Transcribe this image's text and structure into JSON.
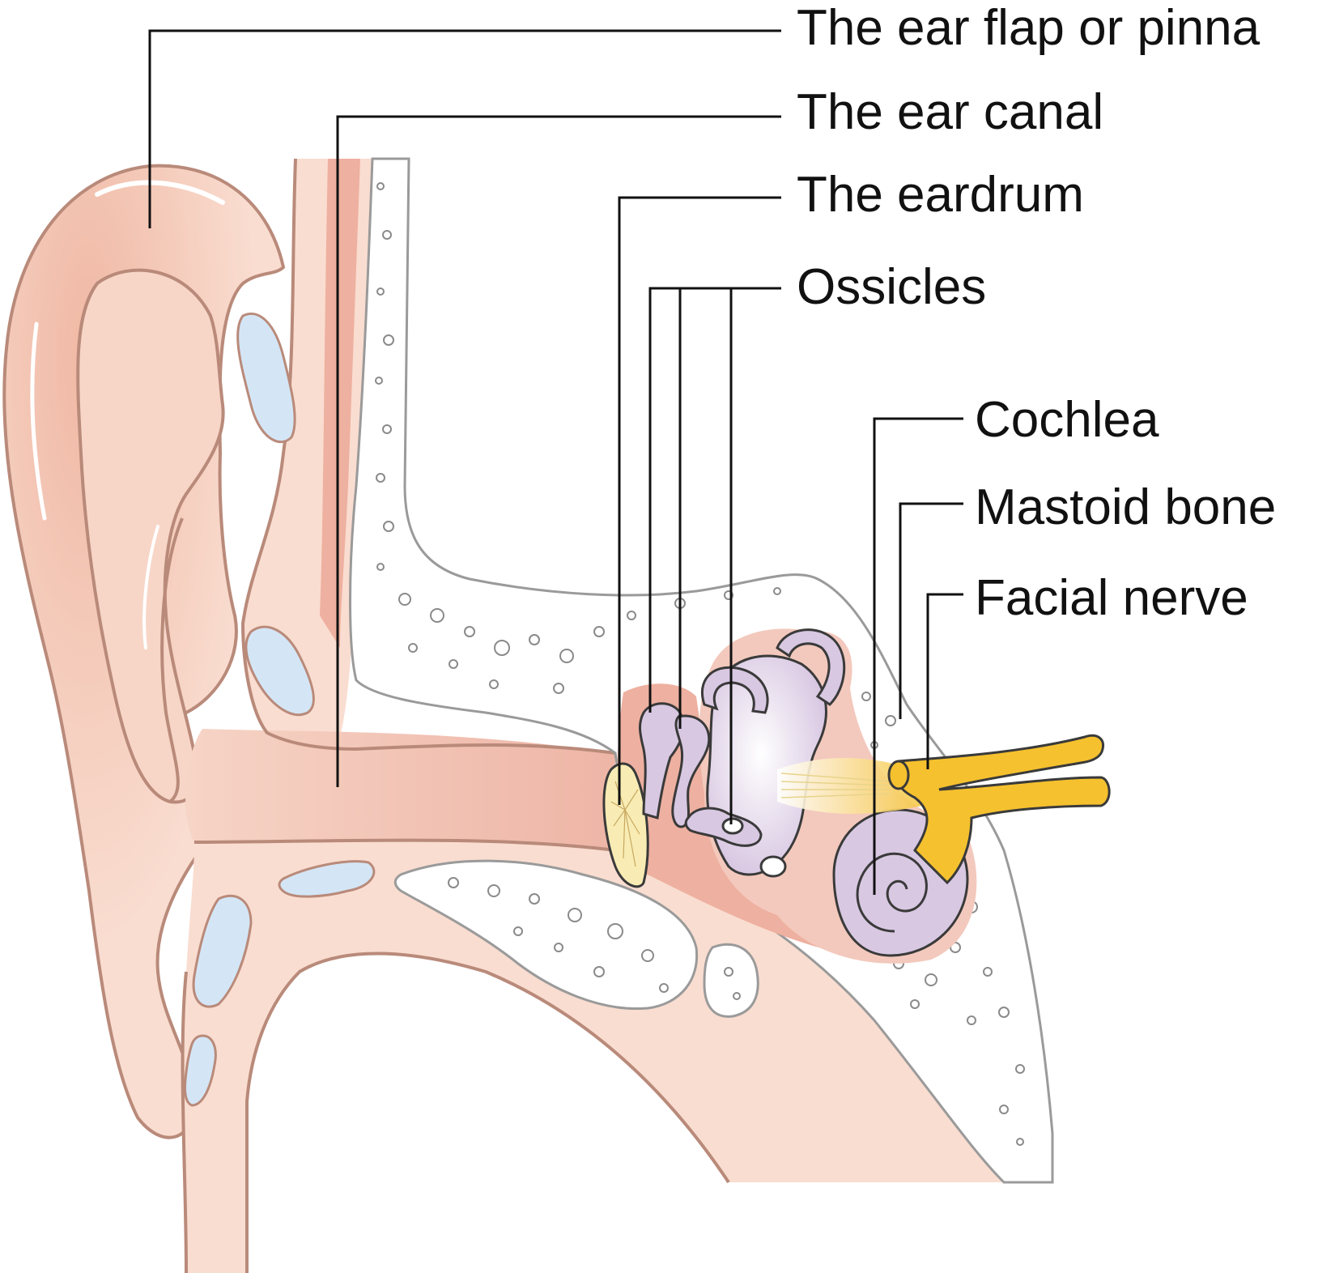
{
  "labels": {
    "pinna": "The ear flap or pinna",
    "canal": "The ear canal",
    "eardrum": "The eardrum",
    "ossicles": "Ossicles",
    "cochlea": "Cochlea",
    "mastoid": "Mastoid bone",
    "facial": "Facial nerve"
  },
  "colors": {
    "skin": "#f9ddd0",
    "skin_outline": "#b98a7a",
    "canal_red": "#eeb0a0",
    "cartilage": "#d4e6f6",
    "bone": "#ffffff",
    "bone_outline": "#9a9a9a",
    "inner_ear": "#d8c8e2",
    "inner_outline": "#3a3a3a",
    "eardrum": "#f8ecb4",
    "nerve": "#f5c12e",
    "leader": "#111111"
  },
  "icons": [
    "ear-cross-section-illustration"
  ]
}
